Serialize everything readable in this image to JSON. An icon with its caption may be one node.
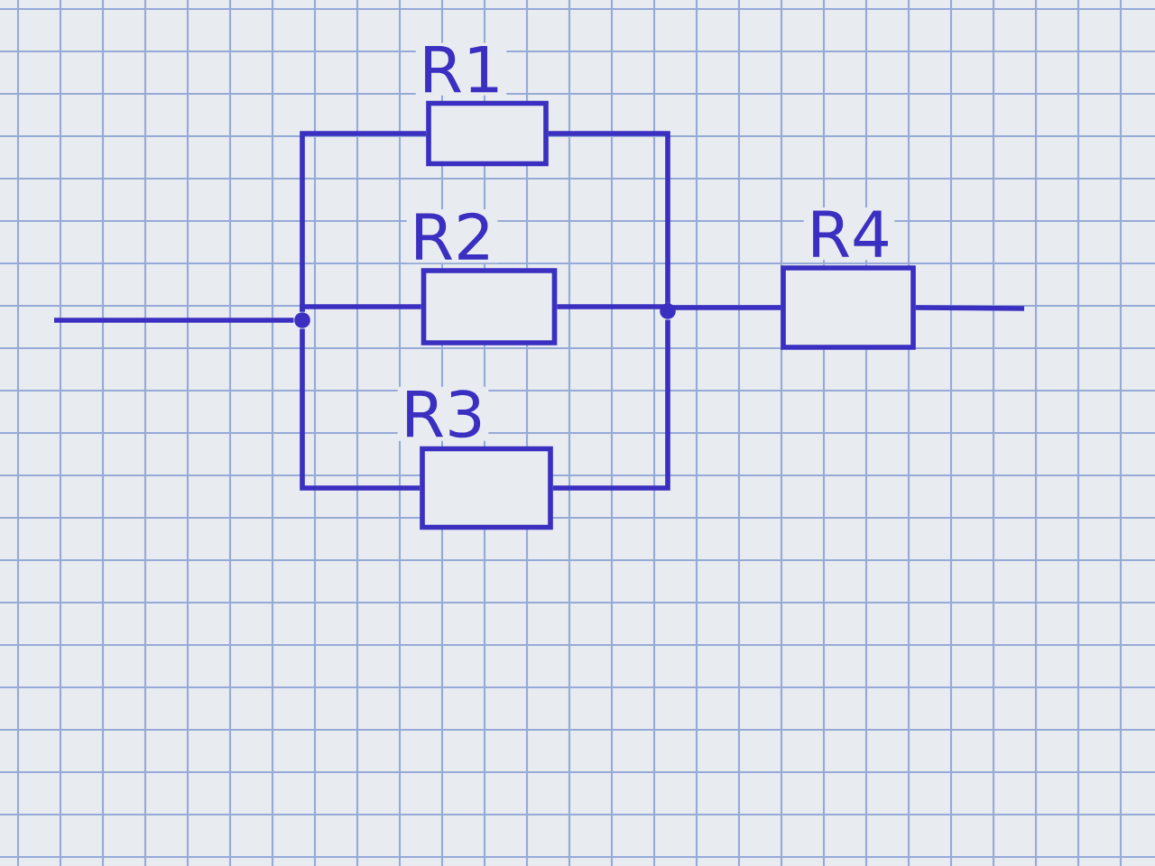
{
  "diagram": {
    "nodes": [
      {
        "text": [
          "R1"
        ]
      },
      {
        "text": [
          "R2"
        ]
      },
      {
        "text": [
          "R3"
        ]
      },
      {
        "text": [
          "R4"
        ]
      },
      {
        "text": [],
        "shape": "circle"
      },
      {
        "text": [],
        "shape": "circle"
      }
    ],
    "edges": [
      {
        "from": null,
        "to": 4,
        "arrow": "none"
      },
      {
        "from": 4,
        "to": 0,
        "arrow": "none"
      },
      {
        "from": 4,
        "to": 1,
        "arrow": "none"
      },
      {
        "from": 4,
        "to": 2,
        "arrow": "none"
      },
      {
        "from": 0,
        "to": 5,
        "arrow": "none"
      },
      {
        "from": 1,
        "to": 5,
        "arrow": "none"
      },
      {
        "from": 2,
        "to": 5,
        "arrow": "none"
      },
      {
        "from": 5,
        "to": 3,
        "arrow": "none"
      },
      {
        "from": 3,
        "to": null,
        "arrow": "none"
      }
    ]
  }
}
